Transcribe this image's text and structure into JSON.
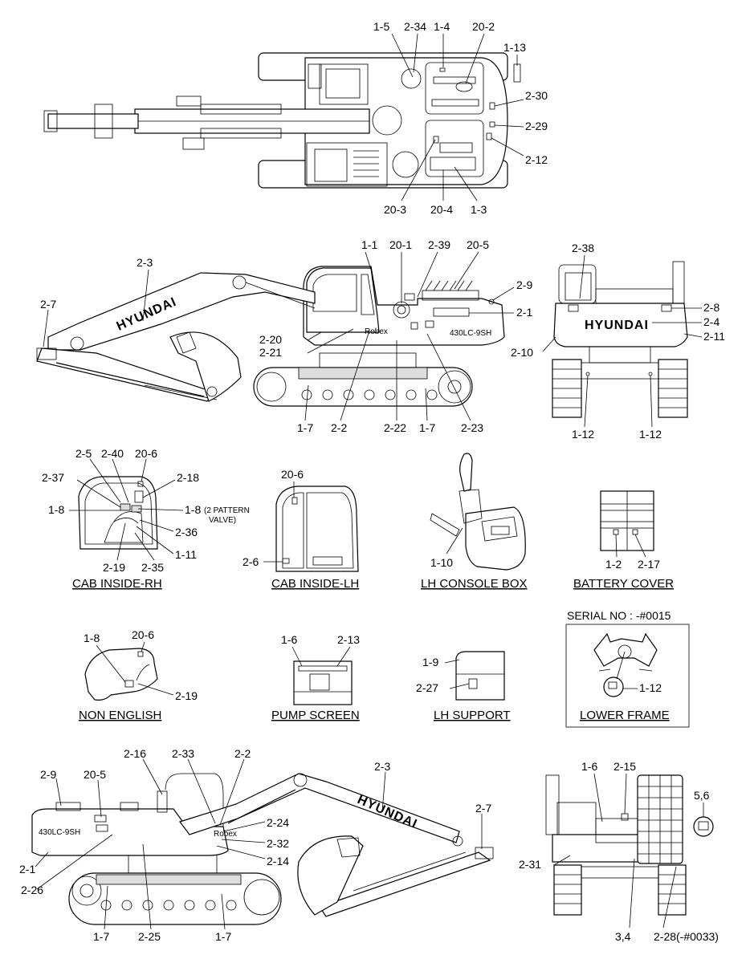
{
  "views": {
    "top": {
      "callouts": [
        "1-5",
        "2-34",
        "1-4",
        "20-2",
        "1-13",
        "2-30",
        "2-29",
        "2-12",
        "20-3",
        "20-4",
        "1-3"
      ]
    },
    "side_left": {
      "brand": "HYUNDAI",
      "model_badge": "430LC-9SH",
      "small_badge": "Robex",
      "callouts": [
        "1-1",
        "20-1",
        "2-39",
        "20-5",
        "2-3",
        "2-9",
        "2-1",
        "2-7",
        "2-20",
        "2-21",
        "1-7",
        "2-2",
        "2-22",
        "1-7",
        "2-23"
      ]
    },
    "rear": {
      "brand": "HYUNDAI",
      "callouts": [
        "2-38",
        "2-8",
        "2-4",
        "2-11",
        "2-10",
        "1-12",
        "1-12"
      ]
    },
    "cab_inside_rh": {
      "caption": "CAB INSIDE-RH",
      "note_line1": "(2 PATTERN",
      "note_line2": "VALVE)",
      "callouts": [
        "2-5",
        "2-40",
        "20-6",
        "2-37",
        "2-18",
        "1-8",
        "1-8",
        "2-36",
        "1-11",
        "2-19",
        "2-35"
      ]
    },
    "cab_inside_lh": {
      "caption": "CAB INSIDE-LH",
      "callouts": [
        "20-6",
        "2-6"
      ]
    },
    "lh_console_box": {
      "caption": "LH CONSOLE BOX",
      "callouts": [
        "1-10"
      ]
    },
    "battery_cover": {
      "caption": "BATTERY COVER",
      "callouts": [
        "1-2",
        "2-17"
      ]
    },
    "lower_frame": {
      "serial_note": "SERIAL NO : -#0015",
      "caption": "LOWER FRAME",
      "callouts": [
        "1-12"
      ]
    },
    "non_english": {
      "caption": "NON ENGLISH",
      "callouts": [
        "1-8",
        "20-6",
        "2-19"
      ]
    },
    "pump_screen": {
      "caption": "PUMP SCREEN",
      "callouts": [
        "1-6",
        "2-13"
      ]
    },
    "lh_support": {
      "caption": "LH SUPPORT",
      "callouts": [
        "1-9",
        "2-27"
      ]
    },
    "side_right": {
      "brand": "HYUNDAI",
      "model_badge": "430LC-9SH",
      "small_badge": "Robex",
      "callouts": [
        "2-16",
        "2-33",
        "2-2",
        "2-3",
        "2-9",
        "20-5",
        "2-7",
        "2-24",
        "2-32",
        "2-14",
        "2-1",
        "2-26",
        "1-7",
        "2-25",
        "1-7"
      ]
    },
    "front": {
      "callouts": [
        "1-6",
        "2-15",
        "5,6",
        "2-31",
        "3,4",
        "2-28(-#0033)"
      ]
    }
  }
}
